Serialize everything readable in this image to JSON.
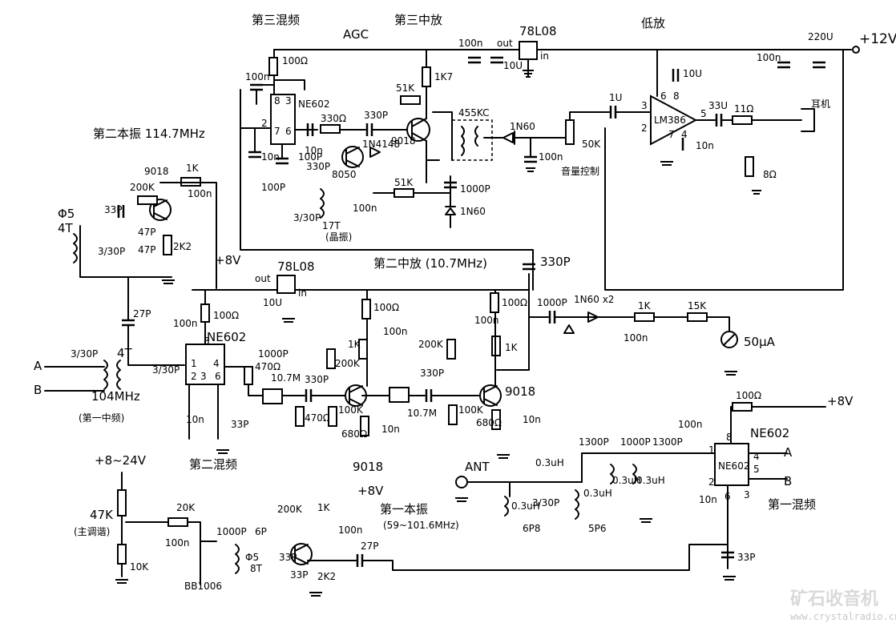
{
  "sections": {
    "third_mixer": "第三混频",
    "agc": "AGC",
    "third_if": "第三中放",
    "reg_top": "78L08",
    "audio": "低放",
    "supply_top": "+12V",
    "second_lo": "第二本振 114.7MHz",
    "second_if": "第二中放 (10.7MHz)",
    "reg_mid": "78L08",
    "second_mixer_bottom": "第二混频",
    "first_if": "(第一中频)",
    "first_lo": "第一本振",
    "first_lo_range": "(59~101.6MHz)",
    "first_mixer": "第一混频",
    "tune_pot": "(主调谐)",
    "supply_var": "+8~24V",
    "tone_ctrl": "音量控制",
    "xtal_ref": "(晶振)",
    "vcc8_a": "+8V",
    "vcc8_b": "+8V",
    "vcc8_c": "+8V"
  },
  "labels": {
    "ne602_top": "NE602",
    "ne602_mid": "NE602",
    "ne602_bot": "NE602",
    "lm386": "LM386",
    "q_9018_a": "9018",
    "q_9018_b": "9018",
    "q_9018_c": "9018",
    "q_9018_d": "9018",
    "q_8050": "8050",
    "d_1n4148": "1N4148",
    "d_1n60_a": "1N60",
    "d_1n60_b": "1N60",
    "d_1n60x2": "1N60 x2",
    "filter_455": "455KC",
    "ant": "ANT",
    "meter": "50μA",
    "phones": "耳机",
    "spk": "8Ω",
    "freq_104": "104MHz",
    "coil_phi5_4t_a": "Φ5",
    "coil_4t_a": "4T",
    "coil_4t_b": "4T",
    "coil_phi5_8t": "Φ5",
    "coil_8t": "8T",
    "bb": "BB1006",
    "port_a": "A",
    "port_b": "B",
    "port_a2": "A",
    "port_b2": "B"
  },
  "values": {
    "c100n_1": "100n",
    "c100n_2": "100n",
    "c100n_3": "100n",
    "c100n_4": "100n",
    "c100n_5": "100n",
    "c100n_6": "100n",
    "c100n_7": "100n",
    "c100n_8": "100n",
    "c100n_9": "100n",
    "c100n_10": "100n",
    "r100_1": "100Ω",
    "r100_2": "100Ω",
    "r100_3": "100Ω",
    "r100_4": "100Ω",
    "r100_5": "100Ω",
    "r330": "330Ω",
    "c330p_1": "330P",
    "c330p_2": "330P",
    "c330p_3": "330P",
    "r51k_1": "51K",
    "r51k_2": "51K",
    "r1k7": "1K7",
    "c10n_1": "10n",
    "c10n_2": "10n",
    "c10n_3": "10n",
    "c10n_4": "10n",
    "c100p_1": "100P",
    "c100p_2": "100P",
    "c1000p_1": "1000P",
    "c1000p_2": "1000P",
    "c1000p_3": "1000P",
    "c1000p_4": "1000P",
    "c1300p_1": "1300P",
    "c1300p_2": "1300P",
    "c1u": "1U",
    "c10u_1": "10U",
    "c10u_2": "10U",
    "c10u_3": "10U",
    "c220u": "220U",
    "c33u": "33U",
    "r11": "11Ω",
    "c47p_1": "47P",
    "c47p_2": "47P",
    "r2k2_1": "2K2",
    "r2k2_2": "2K2",
    "r200k_1": "200K",
    "r200k_2": "200K",
    "r200k_3": "200K",
    "r200k_4": "200K",
    "r1k_1": "1K",
    "r1k_2": "1K",
    "r1k_3": "1K",
    "r1k_4": "1K",
    "r1k_5": "1K",
    "c33p_1": "33P",
    "c33p_2": "33P",
    "c33p_3": "33P",
    "c33p_4": "33P",
    "c33p_5": "33P",
    "c27p_1": "27P",
    "c27p_2": "27P",
    "trim_1": "3/30P",
    "trim_2": "3/30P",
    "trim_3": "3/30P",
    "trim_4": "3/30P",
    "trim_5": "3/30P",
    "r470_1": "470Ω",
    "r470_2": "470Ω",
    "r100k_1": "100K",
    "r100k_2": "100K",
    "r680_1": "680Ω",
    "r680_2": "680Ω",
    "f107_1": "10.7M",
    "f107_2": "10.7M",
    "pot50k": "50K",
    "pot15k": "15K",
    "pot47k": "47K",
    "r20k": "20K",
    "r10k": "10K",
    "c6p_1": "6P",
    "c6p_2": "6P8",
    "c5p6": "5P6",
    "l03_1": "0.3uH",
    "l03_2": "0.3uH",
    "l03_3": "0.3uH",
    "l03_4": "0.3uH",
    "l03_5": "0.3uH",
    "coil17t": "17T",
    "out": "out",
    "out2": "out",
    "in": "in",
    "in2": "in"
  },
  "watermark": {
    "brand": "矿石收音机",
    "url": "www.crystalradio.cn"
  }
}
